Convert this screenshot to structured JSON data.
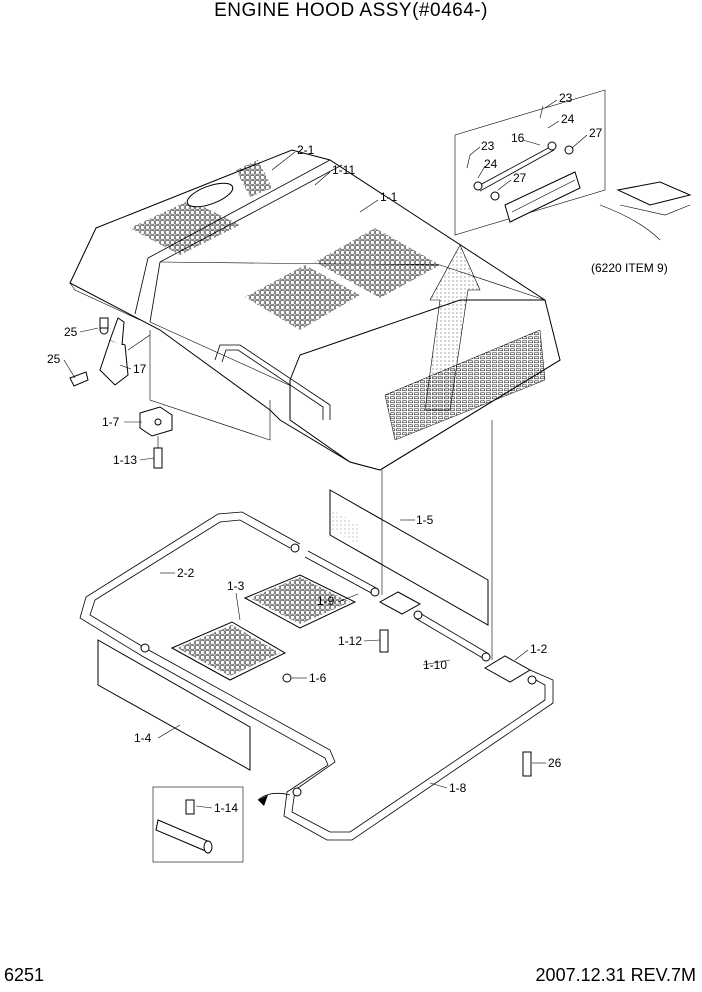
{
  "title": "ENGINE HOOD ASSY(#0464-)",
  "page_number": "6251",
  "revision": "2007.12.31 REV.7M",
  "reference_note": "(6220 ITEM 9)",
  "labels": {
    "p2_1": "2-1",
    "p1_11": "1-11",
    "p1_1": "1-1",
    "p23a": "23",
    "p24a": "24",
    "p16": "16",
    "p27a": "27",
    "p23b": "23",
    "p24b": "24",
    "p27b": "27",
    "p25a": "25",
    "p25b": "25",
    "p17": "17",
    "p1_7": "1-7",
    "p1_13": "1-13",
    "p1_5": "1-5",
    "p2_2": "2-2",
    "p1_3": "1-3",
    "p1_9": "1-9",
    "p1_12": "1-12",
    "p1_2": "1-2",
    "p1_10": "1-10",
    "p1_6": "1-6",
    "p1_4": "1-4",
    "p26": "26",
    "p1_8": "1-8",
    "p1_14": "1-14"
  }
}
